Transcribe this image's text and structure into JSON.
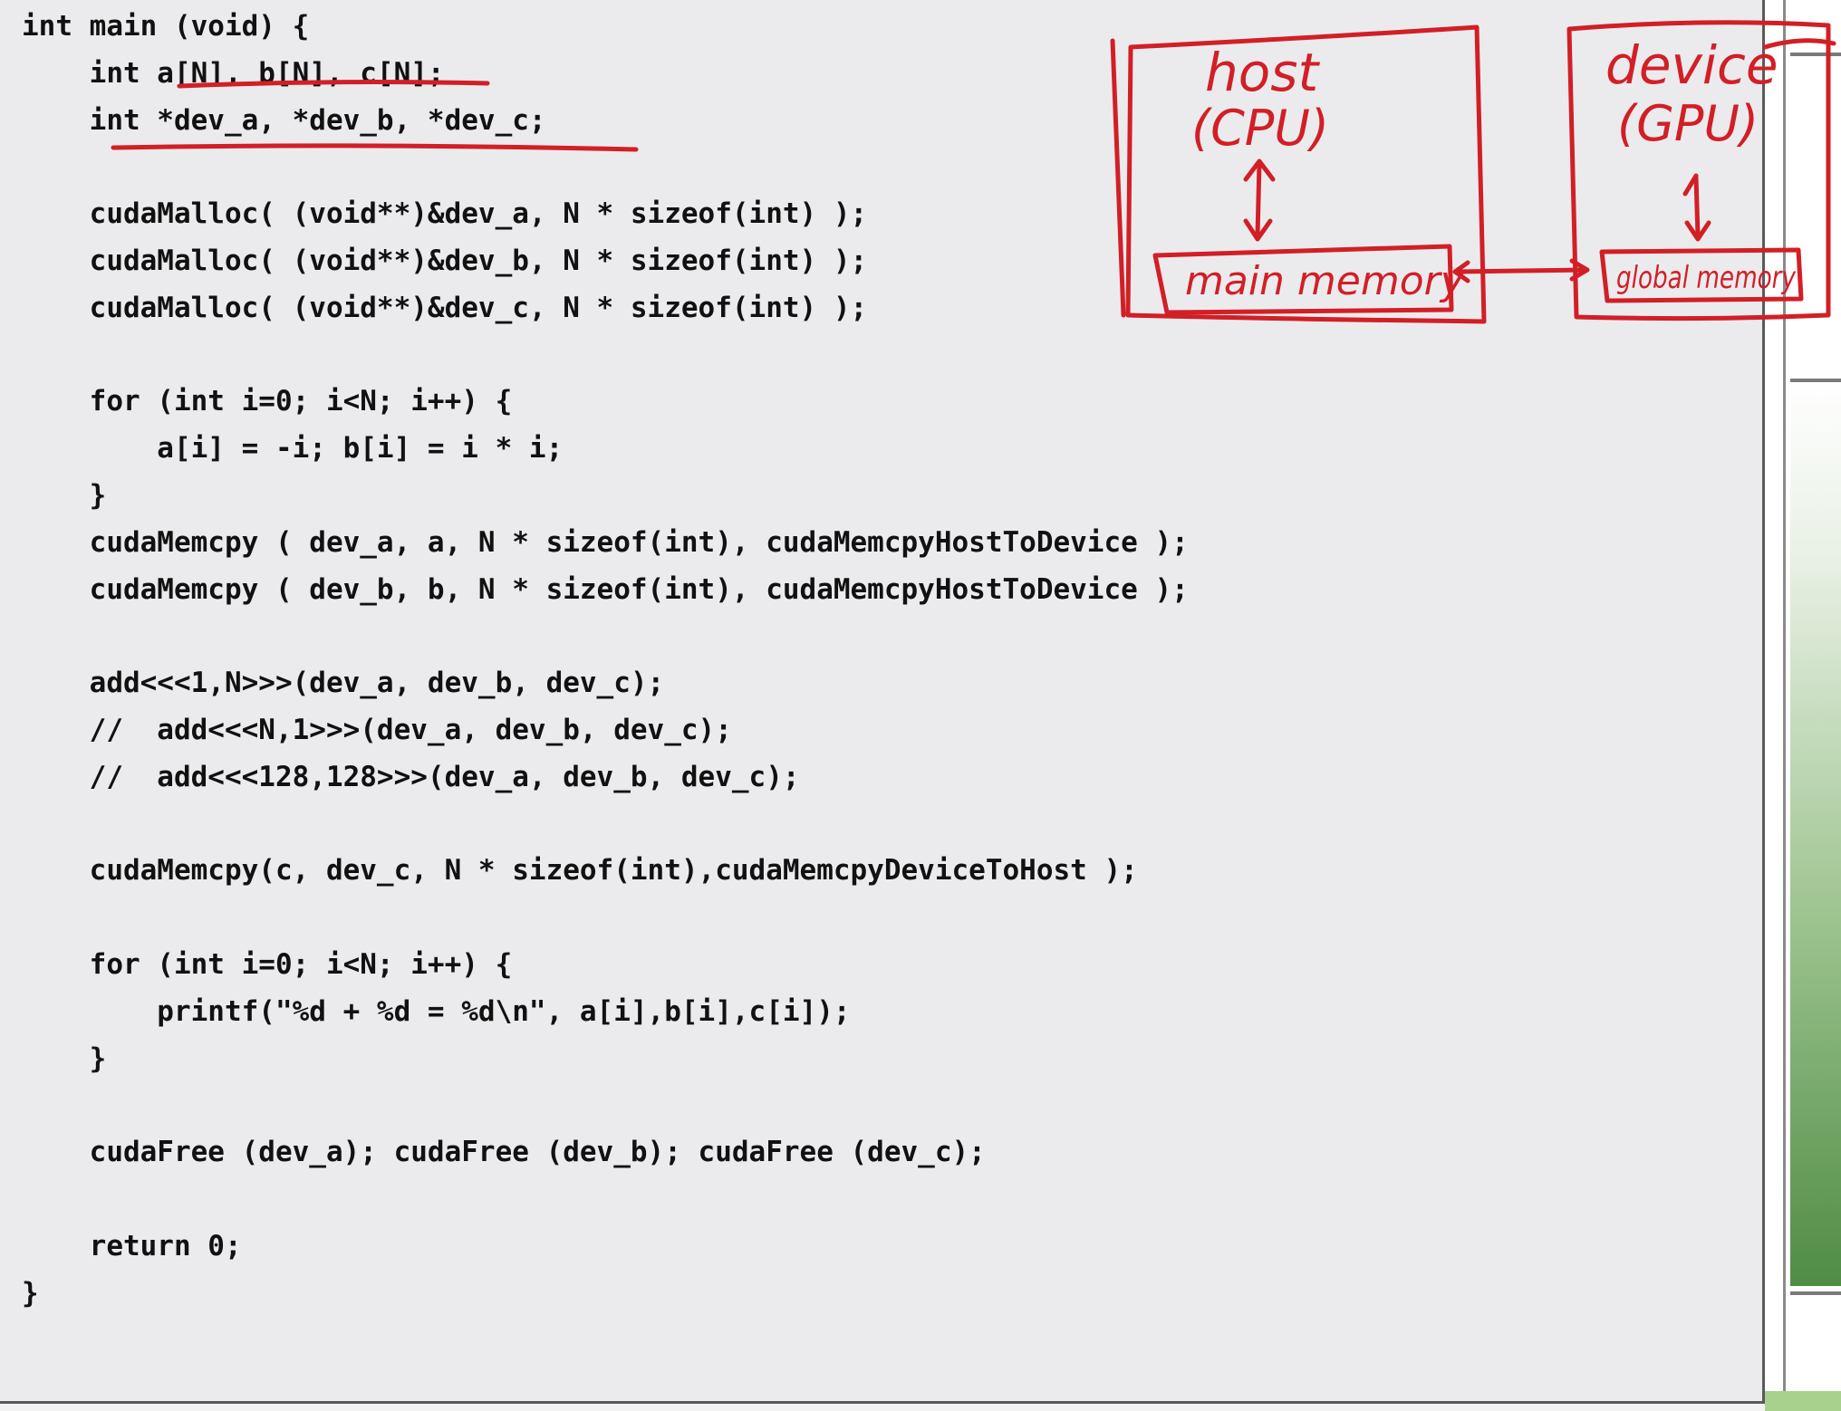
{
  "code_lines": [
    "int main (void) {",
    "    int a[N], b[N], c[N];",
    "    int *dev_a, *dev_b, *dev_c;",
    "",
    "    cudaMalloc( (void**)&dev_a, N * sizeof(int) );",
    "    cudaMalloc( (void**)&dev_b, N * sizeof(int) );",
    "    cudaMalloc( (void**)&dev_c, N * sizeof(int) );",
    "",
    "    for (int i=0; i<N; i++) {",
    "        a[i] = -i; b[i] = i * i;",
    "    }",
    "    cudaMemcpy ( dev_a, a, N * sizeof(int), cudaMemcpyHostToDevice );",
    "    cudaMemcpy ( dev_b, b, N * sizeof(int), cudaMemcpyHostToDevice );",
    "",
    "    add<<<1,N>>>(dev_a, dev_b, dev_c);",
    "    //  add<<<N,1>>>(dev_a, dev_b, dev_c);",
    "    //  add<<<128,128>>>(dev_a, dev_b, dev_c);",
    "",
    "    cudaMemcpy(c, dev_c, N * sizeof(int),cudaMemcpyDeviceToHost );",
    "",
    "    for (int i=0; i<N; i++) {",
    "        printf(\"%d + %d = %d\\n\", a[i],b[i],c[i]);",
    "    }",
    "",
    "    cudaFree (dev_a); cudaFree (dev_b); cudaFree (dev_c);",
    "",
    "    return 0;",
    "}"
  ],
  "annotations": {
    "host_label": "host",
    "host_sub": "(CPU)",
    "host_memory": "main memory",
    "device_label": "device",
    "device_sub": "(GPU)",
    "device_memory": "global memory"
  },
  "colors": {
    "ink": "#d21f26",
    "slide_bg": "#ebebee",
    "code_text": "#111111"
  }
}
